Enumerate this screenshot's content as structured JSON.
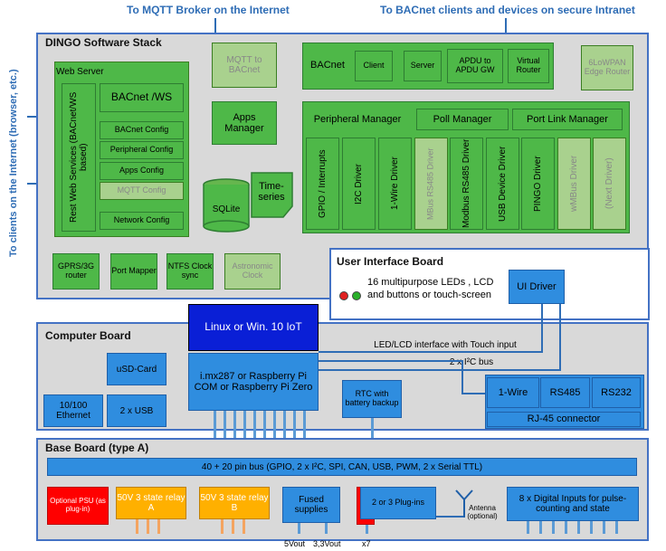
{
  "top": {
    "mqtt_note": "To MQTT Broker on the Internet",
    "bacnet_note": "To BACnet clients and devices on secure Intranet",
    "side_note": "To clients on the Internet (browser, etc.)"
  },
  "software": {
    "title": "DINGO Software Stack",
    "web_server": "Web Server",
    "rest": "Rest Web Services (BACnet/WS based)",
    "bacnet_ws": "BACnet /WS",
    "bacnet_config": "BACnet Config",
    "peripheral_config": "Peripheral Config",
    "apps_config": "Apps Config",
    "mqtt_config": "MQTT Config",
    "network_config": "Network Config",
    "mqtt_to_bacnet": "MQTT to BACnet",
    "apps_manager": "Apps Manager",
    "sqlite": "SQLite",
    "timeseries": "Time-series",
    "bacnet": "BACnet",
    "client": "Client",
    "server": "Server",
    "apdu": "APDU to APDU GW",
    "virtual_router": "Virtual Router",
    "edge_router": "6LoWPAN Edge Router",
    "peripheral_manager": "Peripheral Manager",
    "poll_manager": "Poll Manager",
    "port_link_manager": "Port Link Manager",
    "drivers": [
      "GPIO / Interrupts",
      "I2C Driver",
      "1-Wire Driver",
      "MBus RS485 Driver",
      "Modbus RS485 Driver",
      "USB Device Driver",
      "PINGO Driver",
      "wMBus Driver",
      "(Next Driver)"
    ],
    "gprs": "GPRS/3G router",
    "port_mapper": "Port Mapper",
    "ntfs": "NTFS Clock sync",
    "astro": "Astronomic Clock"
  },
  "ui_board": {
    "title": "User Interface Board",
    "desc": "16 multipurpose LEDs , LCD and buttons or touch-screen",
    "driver": "UI Driver"
  },
  "os_box": "Linux  or Win. 10 IoT",
  "computer": {
    "title": "Computer Board",
    "sd": "uSD-Card",
    "eth": "10/100 Ethernet",
    "usb": "2 x USB",
    "cpu": "i.mx287 or Raspberry Pi COM or Raspberry Pi Zero",
    "rtc": "RTC with battery backup",
    "lcd_if": "LED/LCD interface with Touch input",
    "i2c_bus": "2 x I²C bus",
    "onewire": "1-Wire",
    "rs485": "RS485",
    "rs232": "RS232",
    "rj45": "RJ-45 connector"
  },
  "base": {
    "title": "Base Board (type A)",
    "bus": "40 + 20 pin bus (GPIO, 2 x I²C, SPI, CAN, USB,  PWM, 2 x Serial TTL)",
    "psu": "Optional PSU (as plug-in)",
    "relay_a": "50V 3 state relay A",
    "relay_b": "50V 3 state relay B",
    "fused": "Fused supplies",
    "plugins": "2 or 3 Plug-ins",
    "antenna": "Antenna (optional)",
    "digital": "8 x Digital Inputs for pulse-counting and state",
    "v5": "5Vout",
    "v33": "3,3Vout",
    "x7": "x7"
  },
  "colors": {
    "panel_border": "#4472c4",
    "green": "#4eb848",
    "light_green": "#e2efd9",
    "blue": "#2f8ddf",
    "dark_blue": "#0a1fd6",
    "red": "#ff0000",
    "orange": "#ffb000"
  }
}
